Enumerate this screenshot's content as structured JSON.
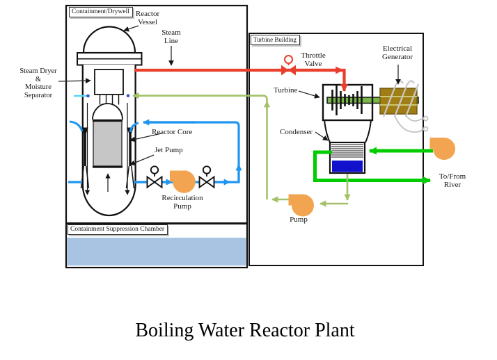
{
  "title": "Boiling Water Reactor Plant",
  "regions": {
    "containment": "Containment/Drywell",
    "suppression_chamber": "Containment Suppression Chamber",
    "turbine_building": "Turbine Building"
  },
  "labels": {
    "reactor_vessel": [
      "Reactor",
      "Vessel"
    ],
    "steam_line": [
      "Steam",
      "Line"
    ],
    "steam_dryer": [
      "Steam Dryer",
      "&",
      "Moisture",
      "Separator"
    ],
    "reactor_core": [
      "Reactor Core"
    ],
    "jet_pump": [
      "Jet Pump"
    ],
    "recirculation_pump": [
      "Recirculation",
      "Pump"
    ],
    "throttle_valve": [
      "Throttle",
      "Valve"
    ],
    "turbine": [
      "Turbine"
    ],
    "electrical_generator": [
      "Electrical",
      "Generator"
    ],
    "condenser": [
      "Condenser"
    ],
    "pump": [
      "Pump"
    ],
    "to_from_river": [
      "To/From",
      "River"
    ]
  },
  "colors": {
    "steam_line_red": "#e8402c",
    "recirculation_blue": "#1e96f0",
    "feedwater_green": "#a3c169",
    "cooling_water_green": "#00cc00",
    "pump_orange": "#f2a451",
    "condenser_water_blue": "#1212cc",
    "suppression_pool_blue": "#a9c4e3",
    "generator_gold": "#a17d16",
    "core_gray": "#c6c6c6",
    "spray_cyan": "#55d8f8",
    "shaft_green": "#7ab648"
  }
}
